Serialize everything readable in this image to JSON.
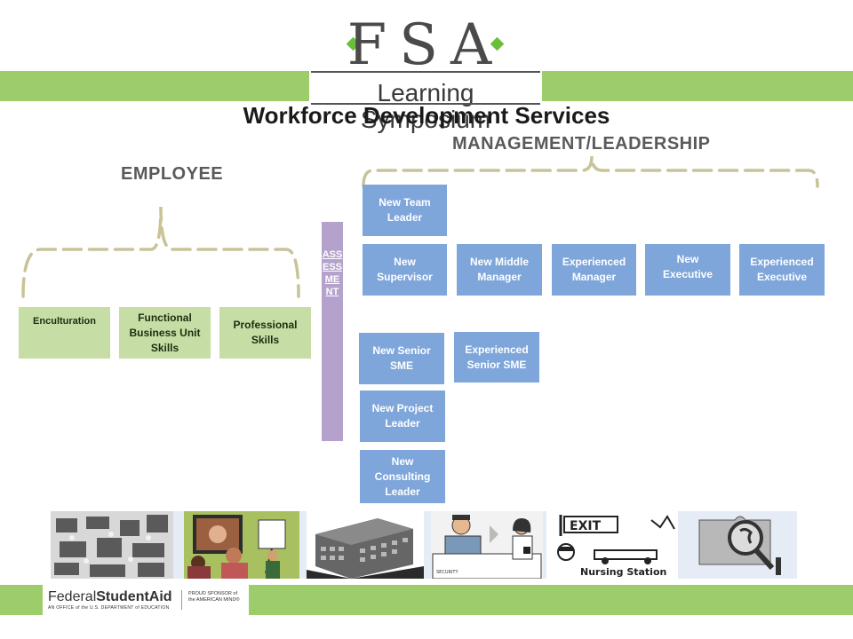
{
  "logo": {
    "wordmark": "FSA",
    "tagline": "Learning Symposium"
  },
  "title": "Workforce Development Services",
  "headings": {
    "management": "MANAGEMENT/LEADERSHIP",
    "employee": "EMPLOYEE"
  },
  "assessment_label": "ASSESSMENT",
  "employee_boxes": [
    "Enculturation",
    "Functional Business Unit Skills",
    "Professional Skills"
  ],
  "management_boxes": {
    "new_team_leader": "New Team Leader",
    "new_supervisor": "New Supervisor",
    "new_middle_manager": "New Middle Manager",
    "experienced_manager": "Experienced Manager",
    "new_executive": "New Executive",
    "experienced_executive": "Experienced Executive",
    "new_senior_sme": "New Senior SME",
    "experienced_senior_sme": "Experienced Senior SME",
    "new_project_leader": "New Project Leader",
    "new_consulting_leader": "New Consulting Leader"
  },
  "photos": {
    "exit_sign": "EXIT",
    "nursing_station": "Nursing Station",
    "security": "SECURITY"
  },
  "footer": {
    "federal": "Federal",
    "student_aid": "StudentAid",
    "office_line": "AN OFFICE of the U.S. DEPARTMENT of EDUCATION",
    "proud_line1": "PROUD SPONSOR of",
    "proud_line2": "the AMERICAN MIND®"
  },
  "colors": {
    "green_band": "#9ccd6a",
    "employee_box": "#c6dea5",
    "management_box": "#7ea6da",
    "assessment_bar": "#b4a2cc",
    "bracket": "#c9c39a"
  }
}
